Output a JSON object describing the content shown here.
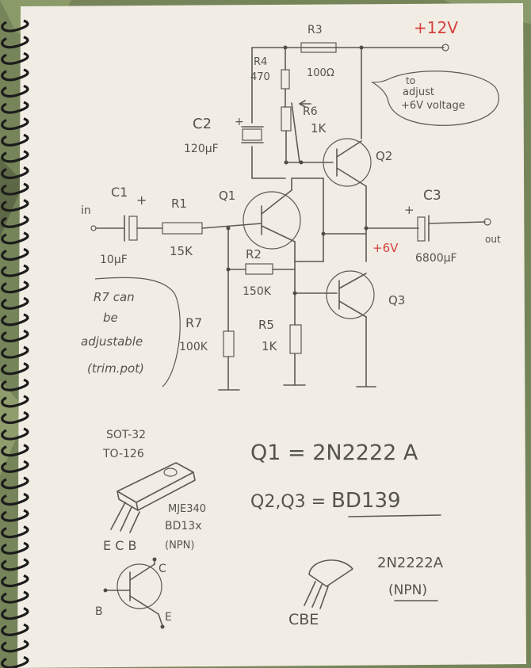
{
  "power": {
    "label": "+12V",
    "color": "#d4403c"
  },
  "annotation": {
    "adjust_line1": "to",
    "adjust_line2": "adjust",
    "adjust_line3": "+6V voltage",
    "r7_note_line1": "R7 can",
    "r7_note_line2": "be",
    "r7_note_line3": "adjustable",
    "r7_note_line4": "(trim.pot)"
  },
  "components": {
    "r3": {
      "name": "R3",
      "value": "100Ω"
    },
    "r4": {
      "name": "R4",
      "value": "470"
    },
    "r6": {
      "name": "R6",
      "value": "1K"
    },
    "c2": {
      "name": "C2",
      "value": "120μF"
    },
    "q1": {
      "name": "Q1"
    },
    "q2": {
      "name": "Q2"
    },
    "q3": {
      "name": "Q3"
    },
    "c1": {
      "name": "C1",
      "value": "10μF"
    },
    "r1": {
      "name": "R1",
      "value": "15K"
    },
    "r2": {
      "name": "R2",
      "value": "150K"
    },
    "r5": {
      "name": "R5",
      "value": "1K"
    },
    "r7": {
      "name": "R7",
      "value": "100K"
    },
    "c3": {
      "name": "C3",
      "value": "6800μF"
    }
  },
  "terminals": {
    "in": "in",
    "out": "out",
    "mid_voltage": "+6V"
  },
  "plus_sign": "+",
  "parts": {
    "q1_line": "Q1 = 2N2222 A",
    "q23_prefix": "Q2,Q3 = ",
    "q23_value": "BD139",
    "package_line1": "SOT-32",
    "package_line2": "TO-126",
    "bd_line1": "MJE340",
    "bd_line2": "BD13x",
    "bd_line3": "(NPN)",
    "bd_pins": "E C B",
    "npn_c": "C",
    "npn_b": "B",
    "npn_e": "E",
    "to92_name": "2N2222A",
    "to92_type": "(NPN)",
    "to92_pins": "CBE"
  }
}
